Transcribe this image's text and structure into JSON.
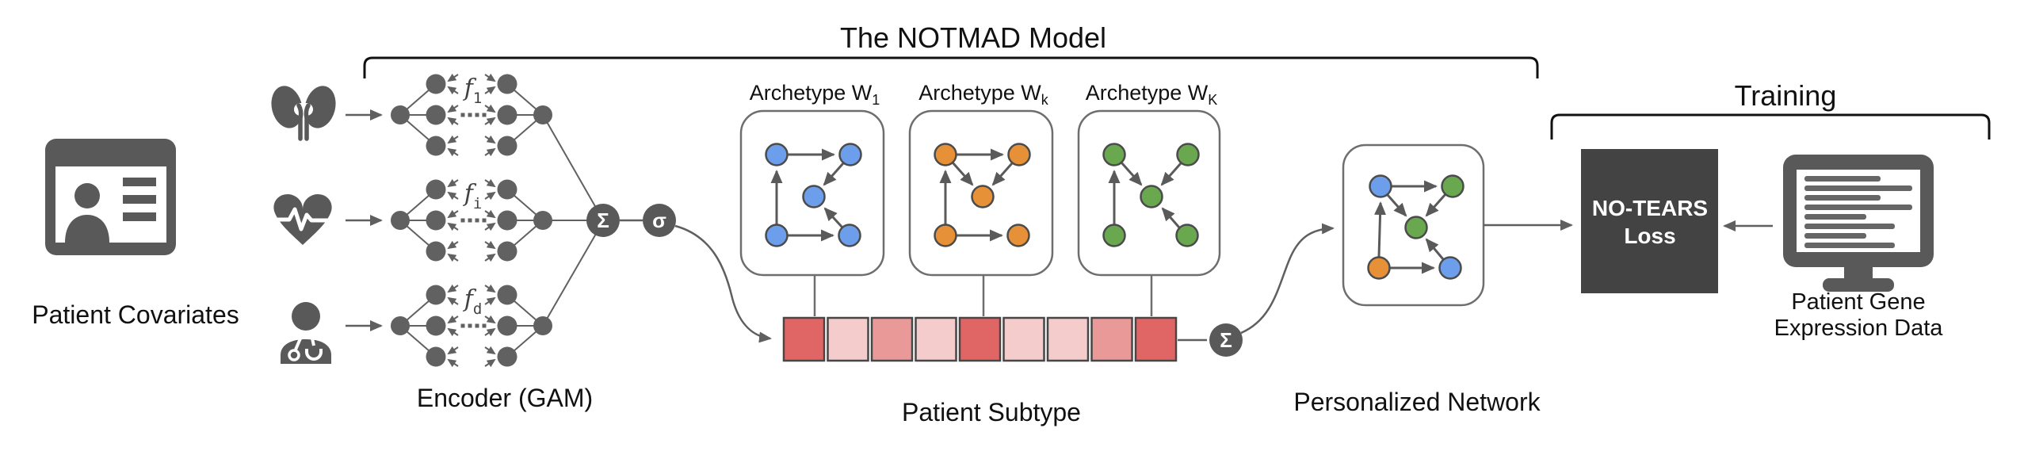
{
  "header": {
    "model_title": "The NOTMAD Model",
    "training_title": "Training"
  },
  "covariates": {
    "label": "Patient Covariates"
  },
  "encoder": {
    "label": "Encoder (GAM)",
    "sum_symbol": "Σ",
    "sigma_symbol": "σ",
    "rows": [
      {
        "icon": "kidneys-icon",
        "f_main": "f",
        "f_sub": "1"
      },
      {
        "icon": "heart-pulse-icon",
        "f_main": "f",
        "f_sub": "i"
      },
      {
        "icon": "doctor-icon",
        "f_main": "f",
        "f_sub": "d"
      }
    ]
  },
  "archetypes": [
    {
      "title_main": "Archetype W",
      "title_sub": "1",
      "node_color": "#6d9eeb"
    },
    {
      "title_main": "Archetype W",
      "title_sub": "k",
      "node_color": "#e69138"
    },
    {
      "title_main": "Archetype W",
      "title_sub": "K",
      "node_color": "#6aa84f"
    }
  ],
  "subtype": {
    "label": "Patient Subtype",
    "sum_symbol": "Σ",
    "cells": [
      "#e06666",
      "#f4cccc",
      "#ea9999",
      "#f4cccc",
      "#e06666",
      "#f4cccc",
      "#f4cccc",
      "#ea9999",
      "#e06666"
    ]
  },
  "personalized": {
    "label": "Personalized Network",
    "node_colors": {
      "tl": "#6d9eeb",
      "tr": "#6aa84f",
      "c": "#6aa84f",
      "bl": "#e69138",
      "br": "#6d9eeb"
    }
  },
  "loss": {
    "line1": "NO-TEARS",
    "line2": "Loss",
    "bg": "#434343"
  },
  "gene_data": {
    "line1": "Patient Gene",
    "line2": "Expression Data"
  }
}
